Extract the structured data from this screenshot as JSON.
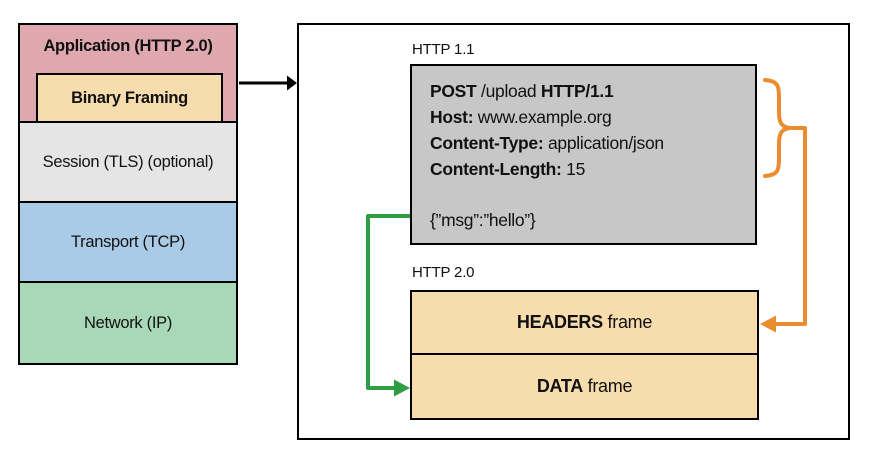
{
  "stack": {
    "application": {
      "label": "Application (HTTP 2.0)"
    },
    "binary_framing": {
      "label": "Binary Framing"
    },
    "session": {
      "label": "Session (TLS) (optional)"
    },
    "transport": {
      "label": "Transport (TCP)"
    },
    "network": {
      "label": "Network (IP)"
    }
  },
  "detail": {
    "http11_label": "HTTP 1.1",
    "http20_label": "HTTP 2.0",
    "request": {
      "line1": {
        "method": "POST",
        "path": " /upload ",
        "version": "HTTP/1.1"
      },
      "line2": {
        "key": "Host:",
        "value": " www.example.org"
      },
      "line3": {
        "key": "Content-Type:",
        "value": " application/json"
      },
      "line4": {
        "key": "Content-Length:",
        "value": " 15"
      },
      "body": "{”msg”:”hello”}"
    },
    "frames": {
      "headers": {
        "bold": "HEADERS",
        "rest": " frame"
      },
      "data": {
        "bold": "DATA",
        "rest": " frame"
      }
    }
  },
  "colors": {
    "application_pink": "#dfa8ae",
    "framing_tan": "#f7dcae",
    "session_gray": "#e5e5e5",
    "transport_blue": "#aacbe6",
    "network_green": "#a9d8b9",
    "request_gray": "#c7c7c7",
    "headers_arrow_orange": "#ea8d2f",
    "data_arrow_green": "#2e9e44",
    "stack_arrow_black": "#000000"
  }
}
